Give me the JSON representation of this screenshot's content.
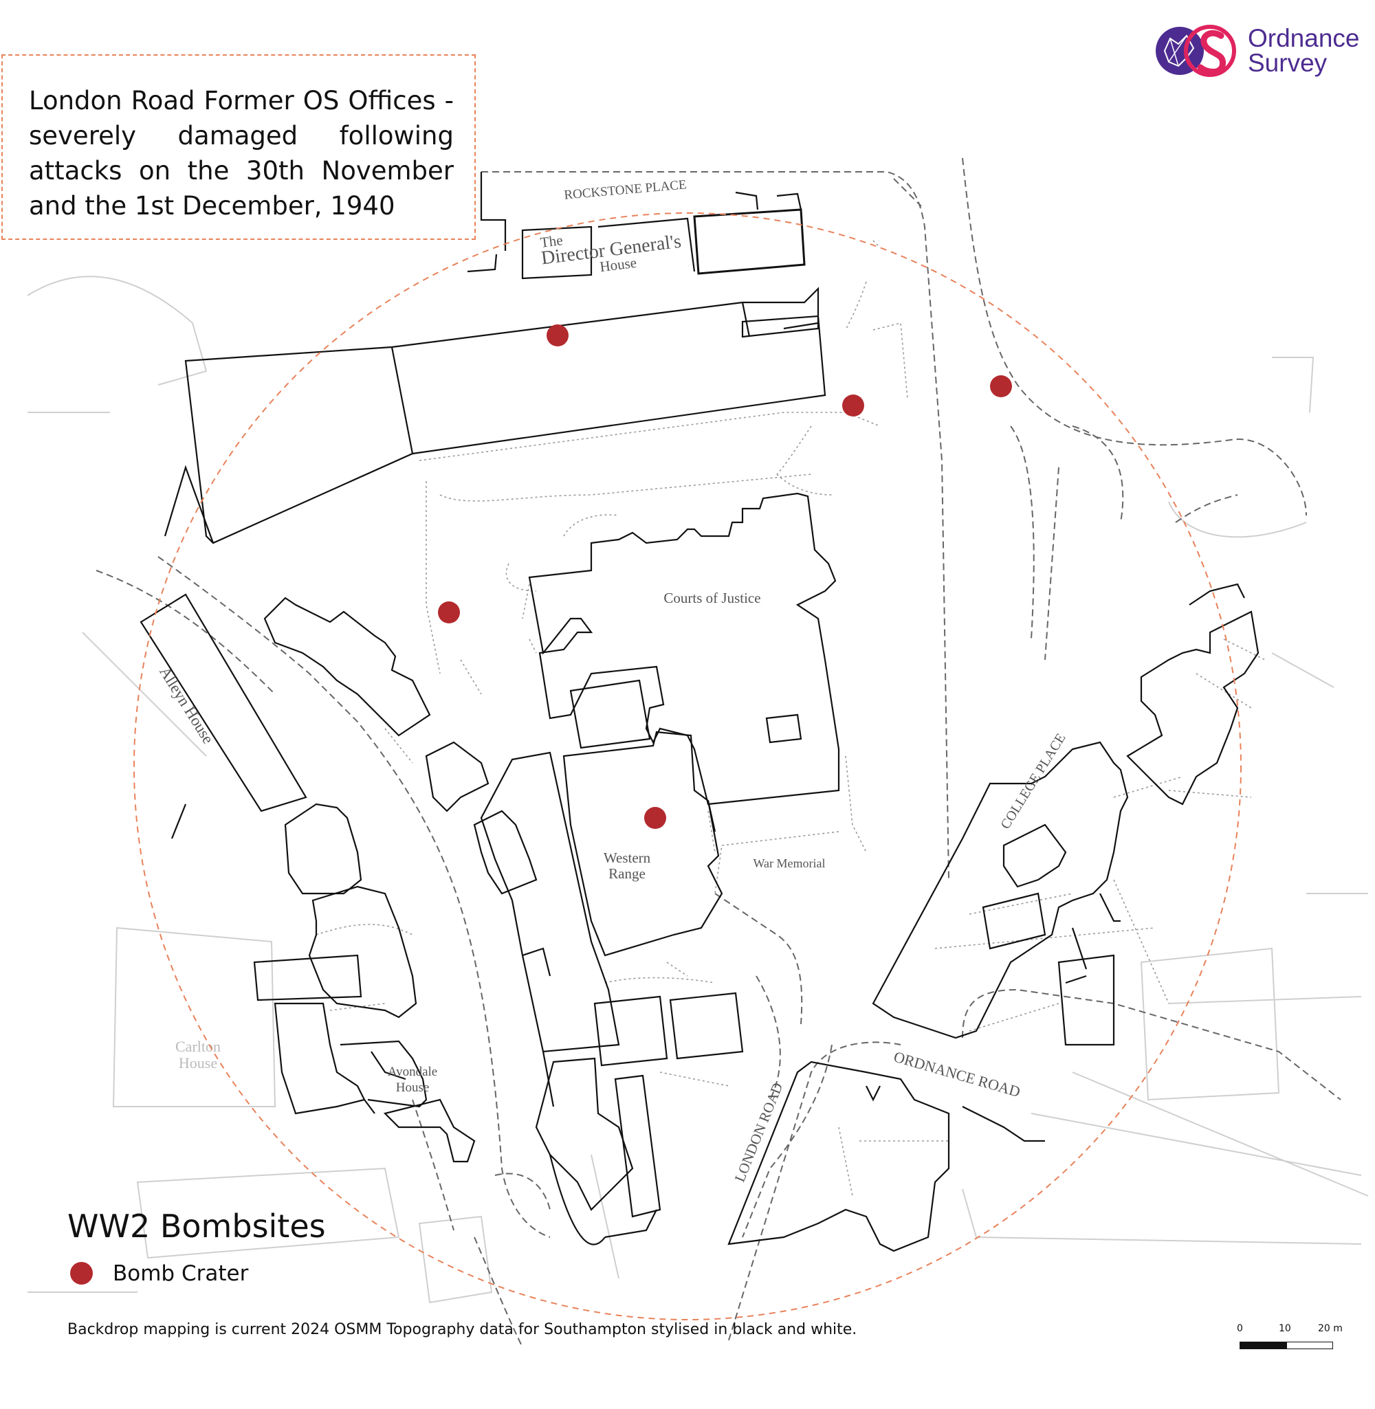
{
  "title": "London Road Former OS Offices - severely damaged following attacks on the 30th November and the 1st December, 1940",
  "brand": {
    "line1": "Ordnance",
    "line2": "Survey",
    "color": "#4d2c91",
    "accent": "#e0245e"
  },
  "legend": {
    "title": "WW2 Bombsites",
    "items": [
      {
        "label": "Bomb Crater",
        "color": "#b22a2e",
        "icon": "bomb-crater-dot"
      }
    ]
  },
  "footnote": "Backdrop mapping is current 2024 OSMM Topography data for Southampton stylised in black and white.",
  "scale": {
    "labels": [
      "0",
      "10",
      "20 m"
    ]
  },
  "map_labels": {
    "rockstone_place": "ROCKSTONE PLACE",
    "directors_house_1": "The",
    "directors_house_2": "Director General's",
    "directors_house_3": "House",
    "courts": "Courts of Justice",
    "alleyn": "Alleyn House",
    "western_1": "Western",
    "western_2": "Range",
    "war_memorial": "War Memorial",
    "college_place": "COLLEGE PLACE",
    "ordnance_road": "ORDNANCE ROAD",
    "london_road": "LONDON ROAD",
    "avondale_1": "Avondale",
    "avondale_2": "House",
    "carlton_1": "Carlton",
    "carlton_2": "House"
  },
  "colors": {
    "crater": "#b22a2e",
    "radius_ring": "#e8825a",
    "building": "#111111",
    "backdrop": "#c8c8c8"
  }
}
